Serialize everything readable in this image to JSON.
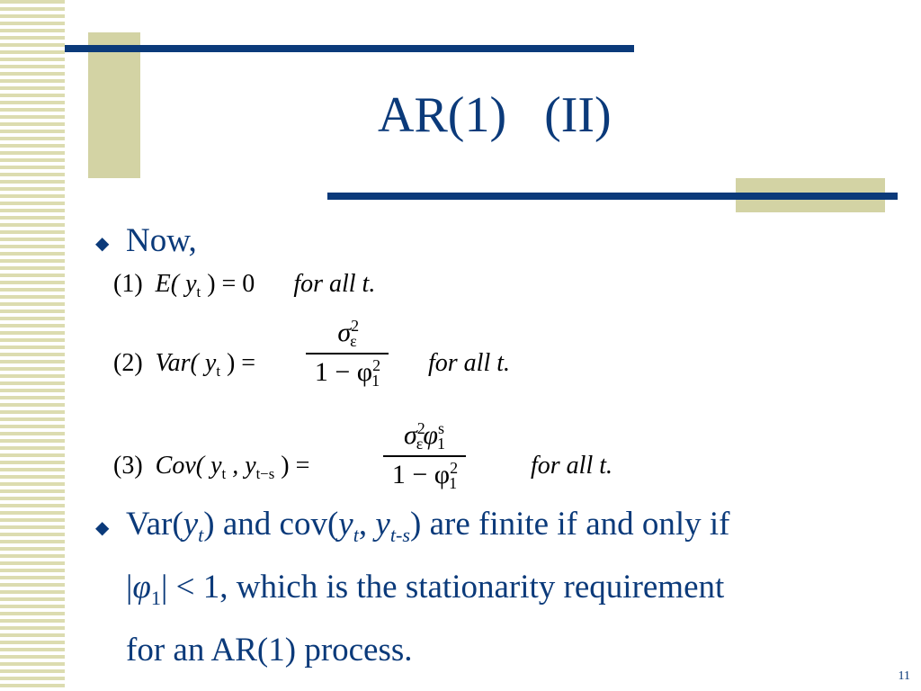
{
  "slide": {
    "title": "AR(1)   (II)",
    "bullet1": "Now,",
    "page_number": "11",
    "accent_color": "#0b3a7a",
    "decor_color": "#d3d3a4"
  },
  "equations": {
    "eq1": {
      "label": "(1)",
      "expr": "E( y",
      "sub": "t",
      "rest": " ) = 0",
      "cond": "for all t."
    },
    "eq2": {
      "label": "(2)",
      "expr": "Var( y",
      "sub": "t",
      "rest": " ) =",
      "num": "σ",
      "num_sup": "2",
      "num_sub": "ε",
      "den": "1 − φ",
      "den_sup": "2",
      "den_sub": "1",
      "cond": "for all t."
    },
    "eq3": {
      "label": "(3)",
      "expr": "Cov( y",
      "sub": "t",
      "mid": " ,  y",
      "sub2": "t−s",
      "rest": " ) =",
      "num": "σ",
      "num_sup": "2",
      "num_sub": "ε",
      "num2": "φ",
      "num2_sup": "s",
      "num2_sub": "1",
      "den": "1 − φ",
      "den_sup": "2",
      "den_sub": "1",
      "cond": "for all t."
    }
  },
  "bullet2": {
    "p1": "Var(",
    "y": "y",
    "t": "t",
    "p2": ") and cov(",
    "p3": ", ",
    "ts": "t-s",
    "p4": ") are finite if and only if",
    "line2_a": "|",
    "phi": "φ",
    "one": "1",
    "line2_b": "| < 1, which is the stationarity requirement",
    "line3": "for an AR(1) process."
  }
}
